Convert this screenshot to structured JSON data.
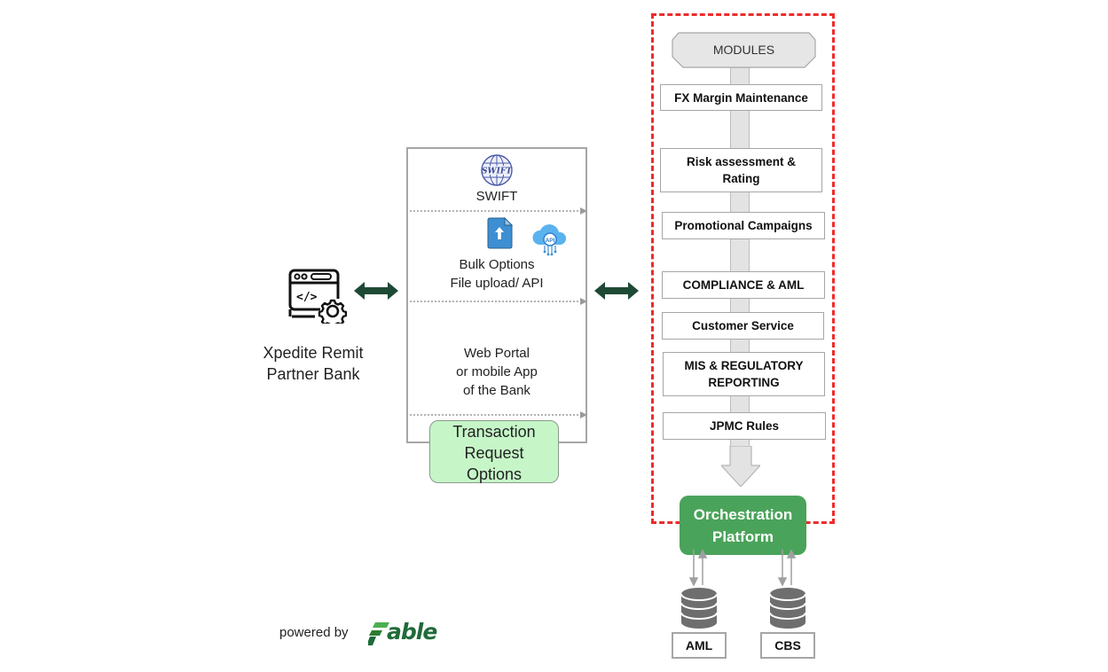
{
  "partner": {
    "icon": "web-code-settings-icon",
    "label_line1": "Xpedite Remit",
    "label_line2": "Partner Bank"
  },
  "connectors": {
    "left_arrow": "bidirectional-arrow-icon",
    "right_arrow": "bidirectional-arrow-icon",
    "arrow_color": "#1e4a35"
  },
  "channels": {
    "swift": {
      "icon": "swift-globe-icon",
      "label": "SWIFT"
    },
    "bulk": {
      "icons": [
        "file-upload-icon",
        "cloud-api-icon"
      ],
      "label_line1": "Bulk Options",
      "label_line2": "File upload/ API"
    },
    "web": {
      "label_line1": "Web Portal",
      "label_line2": "or mobile App",
      "label_line3": "of the Bank"
    },
    "caption": {
      "line1": "Transaction",
      "line2": "Request",
      "line3": "Options",
      "fill": "#c6f6c8"
    }
  },
  "modules": {
    "header": "MODULES",
    "frame_color": "#ee2b2b",
    "items": [
      {
        "line1": "FX Margin Maintenance",
        "line2": ""
      },
      {
        "line1": "Risk assessment &",
        "line2": "Rating"
      },
      {
        "line1": "Promotional Campaigns",
        "line2": ""
      },
      {
        "line1": "COMPLIANCE & AML",
        "line2": ""
      },
      {
        "line1": "Customer Service",
        "line2": ""
      },
      {
        "line1": "MIS & REGULATORY",
        "line2": "REPORTING"
      },
      {
        "line1": "JPMC Rules",
        "line2": ""
      }
    ]
  },
  "orchestration": {
    "line1": "Orchestration",
    "line2": "Platform",
    "fill": "#4aa35a"
  },
  "databases": [
    {
      "icon": "database-icon",
      "label": "AML"
    },
    {
      "icon": "database-icon",
      "label": "CBS"
    }
  ],
  "footer": {
    "powered_by": "powered by",
    "brand": "Fable",
    "brand_color": "#1f6b3a"
  }
}
